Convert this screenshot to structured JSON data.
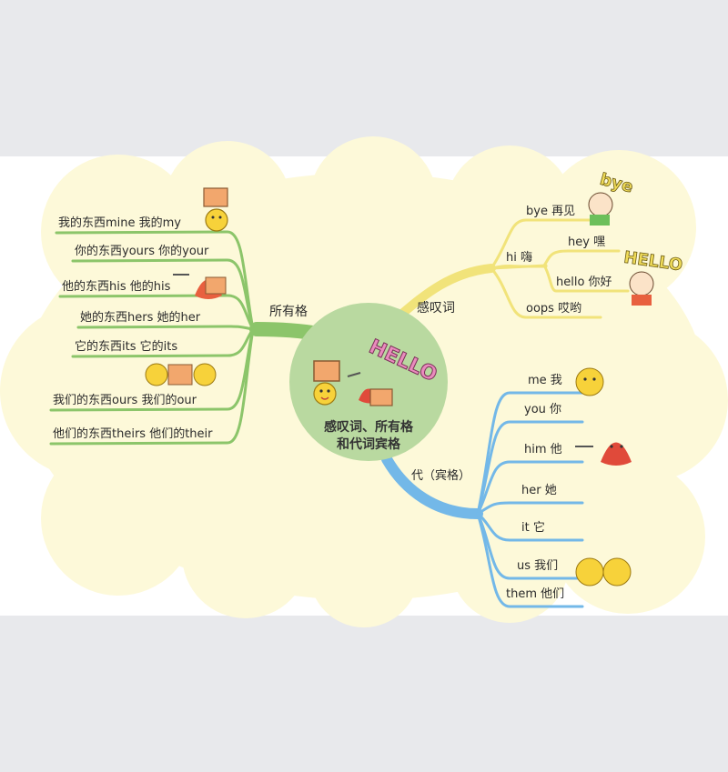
{
  "center": {
    "line1": "感叹词、所有格",
    "line2": "和代词宾格",
    "sticker": "HELLO"
  },
  "branches": {
    "possessive": {
      "label": "所有格",
      "items": [
        "我的东西mine  我的my",
        "你的东西yours  你的your",
        "他的东西his   他的his",
        "她的东西hers   她的her",
        "它的东西its    它的its",
        "我们的东西ours  我们的our",
        "他们的东西theirs 他们的their"
      ]
    },
    "interjection": {
      "label": "感叹词",
      "items": [
        "bye 再见",
        "hi 嗨",
        "hey 嘿",
        "hello 你好",
        "oops 哎哟"
      ],
      "sticker_bye": "bye",
      "sticker_hello": "HELLO"
    },
    "object_pronoun": {
      "label": "代（宾格）",
      "items": [
        "me 我",
        "you 你",
        "him 他",
        "her 她",
        "it 它",
        "us 我们",
        "them 他们"
      ]
    }
  },
  "colors": {
    "background": "#e8e9ec",
    "panel": "#ffffff",
    "cloud": "#fdf9d9",
    "center_circle": "#b9d9a0",
    "possessive": "#8cc56a",
    "interjection": "#f1e37a",
    "object_pronoun": "#73b8e8",
    "chick": "#f7d23a",
    "box": "#f2a76d",
    "hello_pink": "#e98bbd"
  }
}
